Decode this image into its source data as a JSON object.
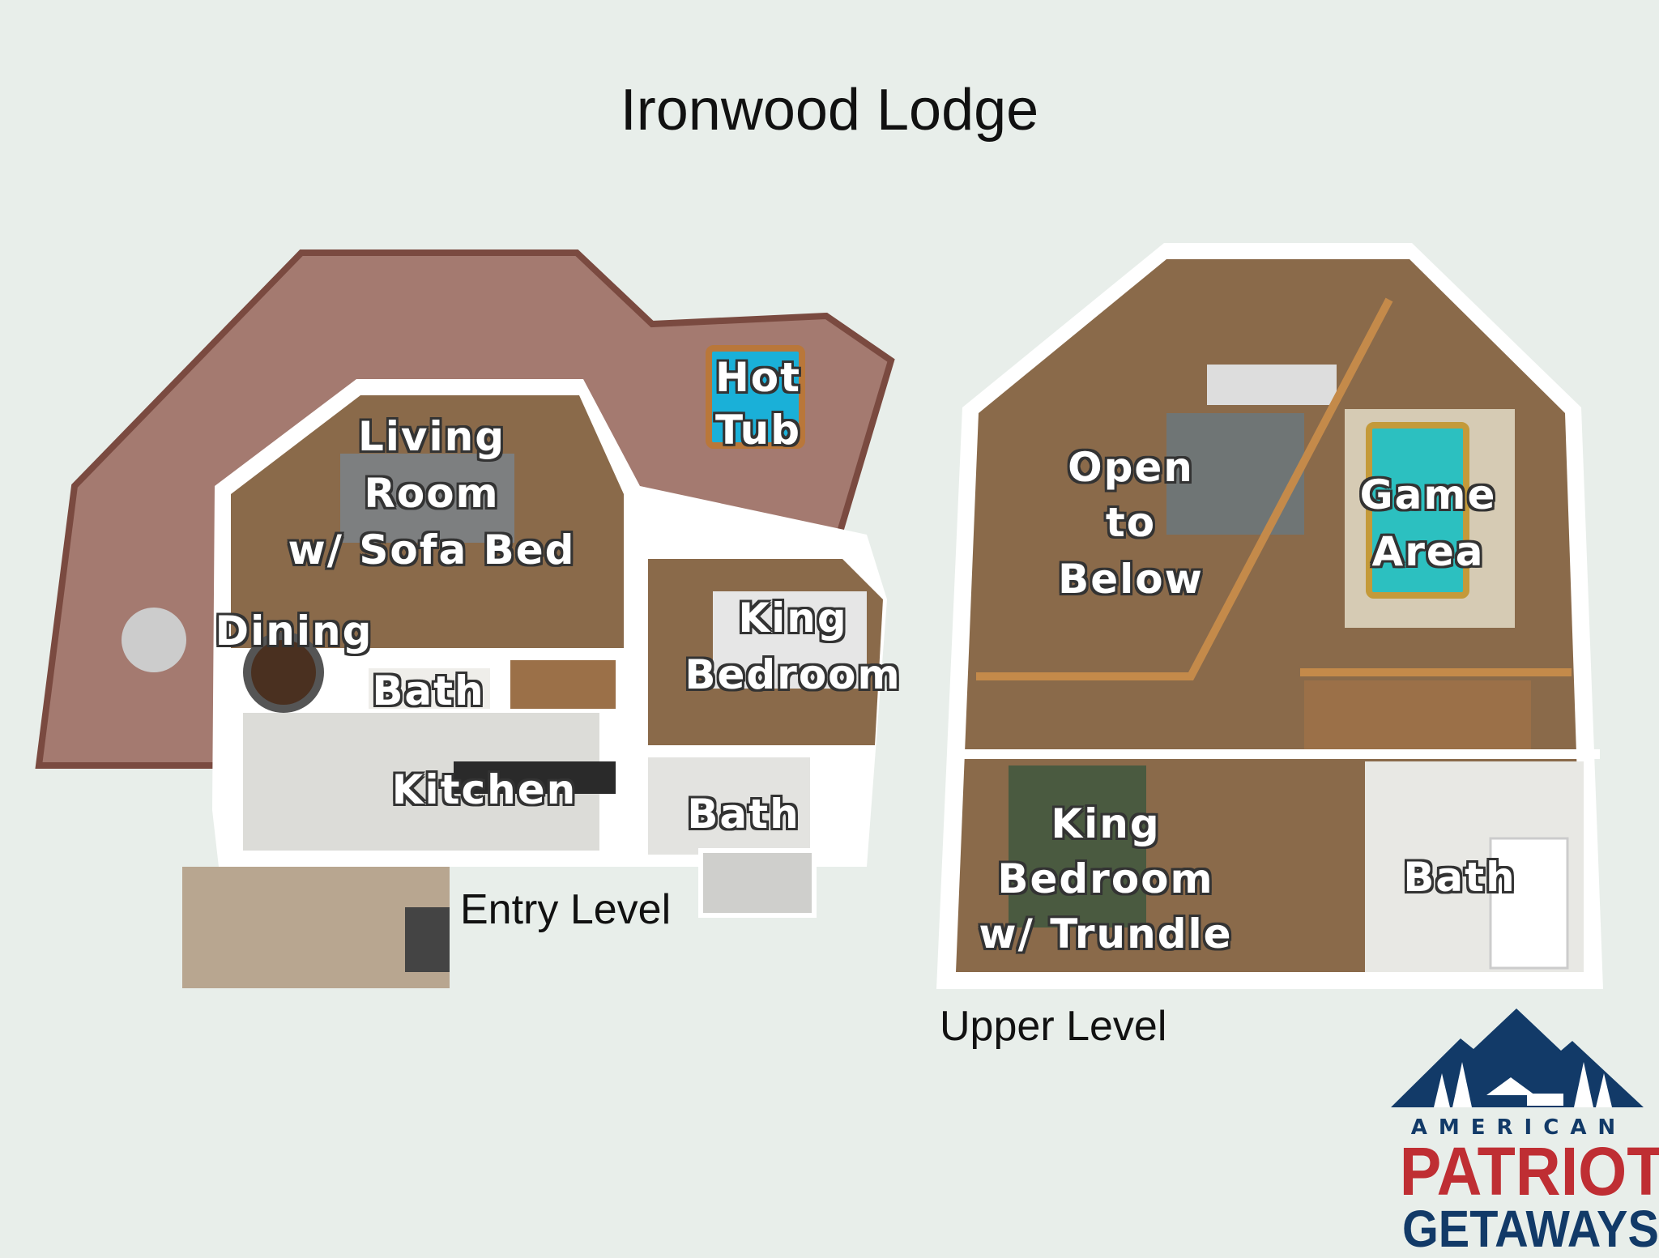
{
  "title": "Ironwood Lodge",
  "levels": {
    "entry": {
      "label": "Entry Level",
      "rooms": {
        "living": [
          "Living",
          "Room",
          "w/ Sofa Bed"
        ],
        "hot_tub": [
          "Hot",
          "Tub"
        ],
        "dining": "Dining",
        "bath1": "Bath",
        "kitchen": "Kitchen",
        "king_bedroom": [
          "King",
          "Bedroom"
        ],
        "bath2": "Bath"
      }
    },
    "upper": {
      "label": "Upper Level",
      "rooms": {
        "open_below": [
          "Open",
          "to",
          "Below"
        ],
        "game_area": [
          "Game",
          "Area"
        ],
        "king_bedroom": [
          "King",
          "Bedroom",
          "w/ Trundle"
        ],
        "bath": "Bath"
      }
    }
  },
  "logo": {
    "line1": "AMERICAN",
    "line2": "PATRIOT",
    "line3": "GETAWAYS"
  },
  "colors": {
    "deck": "#a47a70",
    "floor": "#8a6a4a",
    "tile": "#dcdcd8",
    "wall": "#ffffff",
    "pool": "#2cc0c0",
    "hot_tub": "#1ab0d8",
    "navy": "#123a68",
    "red": "#bf2e33"
  }
}
